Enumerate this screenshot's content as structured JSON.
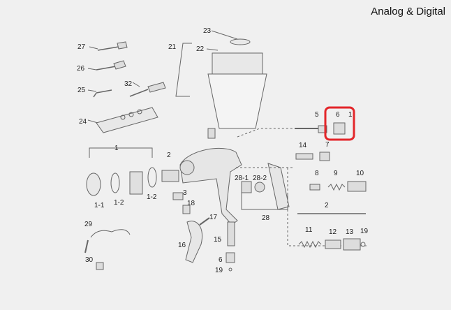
{
  "header": {
    "title": "Analog & Digital"
  },
  "labels": {
    "l27": "27",
    "l26": "26",
    "l25": "25",
    "l32": "32",
    "l24": "24",
    "l23": "23",
    "l21": "21",
    "l22": "22",
    "l1": "1",
    "l1_1": "1-1",
    "l1_2": "1-2",
    "l1_2b": "1-2",
    "l2": "2",
    "l3": "3",
    "l18": "18",
    "l29": "29",
    "l30": "30",
    "l16": "16",
    "l17": "17",
    "l15": "15",
    "l6b": "6",
    "l19b": "19",
    "l28_1": "28-1",
    "l28_2": "28-2",
    "l28": "28",
    "l5": "5",
    "l6": "6",
    "l1r": "1",
    "l7": "7",
    "l14": "14",
    "l8": "8",
    "l9": "9",
    "l10": "10",
    "l2r": "2",
    "l11": "11",
    "l12": "12",
    "l13": "13",
    "l19": "19"
  },
  "colors": {
    "line": "#555555",
    "part": "#777777",
    "highlight": "#e3262a"
  }
}
